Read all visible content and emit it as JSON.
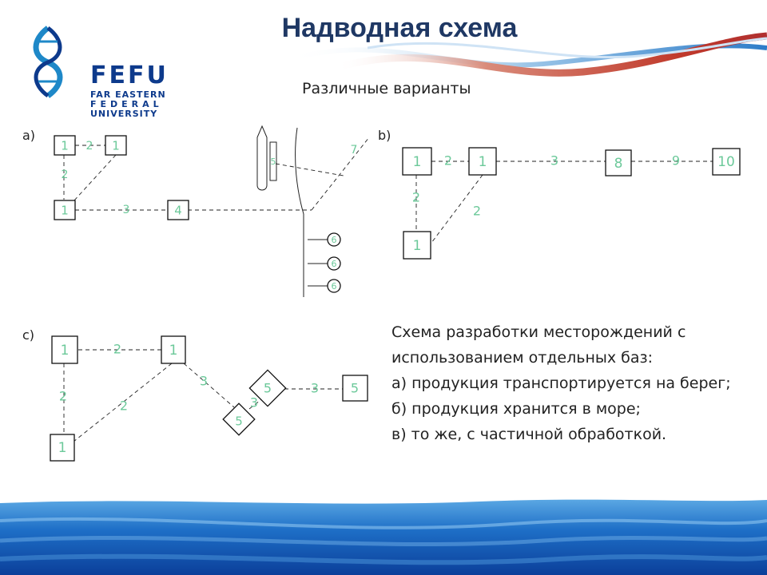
{
  "slide": {
    "title": "Надводная схема",
    "subtitle": "Различные варианты"
  },
  "logo": {
    "name": "FEFU",
    "line1": "FAR EASTERN",
    "line2": "FEDERAL",
    "line3": "UNIVERSITY",
    "color": "#0d3a8c",
    "accent": "#1e88c8"
  },
  "panels": {
    "a_label": "a)",
    "b_label": "b)",
    "c_label": "c)"
  },
  "diagram_a": {
    "nodes": [
      {
        "id": "a_n1",
        "label": "1",
        "shape": "box"
      },
      {
        "id": "a_n2",
        "label": "1",
        "shape": "box"
      },
      {
        "id": "a_n3",
        "label": "1",
        "shape": "box"
      },
      {
        "id": "a_n4",
        "label": "4",
        "shape": "box"
      },
      {
        "id": "a_n5",
        "label": "5",
        "shape": "ship"
      },
      {
        "id": "a_n6a",
        "label": "6",
        "shape": "circle"
      },
      {
        "id": "a_n6b",
        "label": "6",
        "shape": "circle"
      },
      {
        "id": "a_n6c",
        "label": "6",
        "shape": "circle"
      }
    ],
    "edges": [
      {
        "label": "2"
      },
      {
        "label": "2"
      },
      {
        "label": "3"
      },
      {
        "label": "7"
      }
    ]
  },
  "diagram_b": {
    "nodes": [
      {
        "id": "b_n1",
        "label": "1"
      },
      {
        "id": "b_n2",
        "label": "1"
      },
      {
        "id": "b_n3",
        "label": "8"
      },
      {
        "id": "b_n4",
        "label": "10"
      },
      {
        "id": "b_n5",
        "label": "1"
      }
    ],
    "edges": [
      {
        "label": "2"
      },
      {
        "label": "3"
      },
      {
        "label": "9"
      },
      {
        "label": "2"
      },
      {
        "label": "2"
      }
    ]
  },
  "diagram_c": {
    "nodes": [
      {
        "id": "c_n1",
        "label": "1"
      },
      {
        "id": "c_n2",
        "label": "1"
      },
      {
        "id": "c_n3",
        "label": "1"
      },
      {
        "id": "c_n4",
        "label": "5"
      },
      {
        "id": "c_n5",
        "label": "5"
      },
      {
        "id": "c_n6",
        "label": "5"
      }
    ],
    "edges": [
      {
        "label": "2"
      },
      {
        "label": "2"
      },
      {
        "label": "2"
      },
      {
        "label": "3"
      },
      {
        "label": "3"
      },
      {
        "label": "3"
      }
    ]
  },
  "caption": {
    "line1": "Схема разработки месторождений с",
    "line2": "использованием отдельных баз:",
    "line3": "а) продукция транспортируется на берег;",
    "line4": "б) продукция хранится в море;",
    "line5": "в) то же, с частичной обработкой."
  },
  "colors": {
    "title": "#1f3864",
    "label_green": "#6cc99a",
    "footer_blue": "#1565c0",
    "wave_red": "#c0392b"
  }
}
